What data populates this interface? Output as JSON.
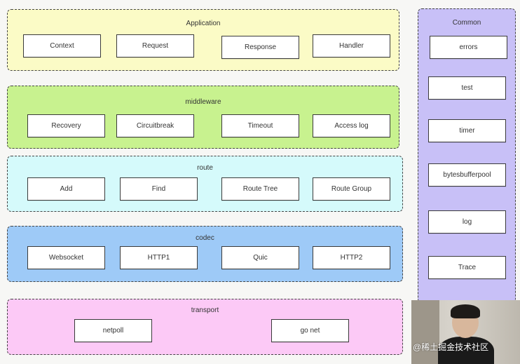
{
  "application": {
    "title": "Application",
    "items": [
      "Context",
      "Request",
      "Response",
      "Handler"
    ]
  },
  "middleware": {
    "title": "middleware",
    "items": [
      "Recovery",
      "Circuitbreak",
      "Timeout",
      "Access log"
    ]
  },
  "route": {
    "title": "route",
    "items": [
      "Add",
      "Find",
      "Route Tree",
      "Route Group"
    ]
  },
  "codec": {
    "title": "codec",
    "items": [
      "Websocket",
      "HTTP1",
      "Quic",
      "HTTP2"
    ]
  },
  "transport": {
    "title": "transport",
    "items": [
      "netpoll",
      "go net"
    ]
  },
  "common": {
    "title": "Common",
    "items": [
      "errors",
      "test",
      "timer",
      "bytesbufferpool",
      "log",
      "Trace"
    ]
  },
  "watermark": "@稀土掘金技术社区",
  "colors": {
    "application": "#fbfbc6",
    "middleware": "#c8f28f",
    "route": "#d5fafb",
    "codec": "#9ecaf7",
    "transport": "#fcc9f6",
    "common": "#c8c0f7"
  }
}
